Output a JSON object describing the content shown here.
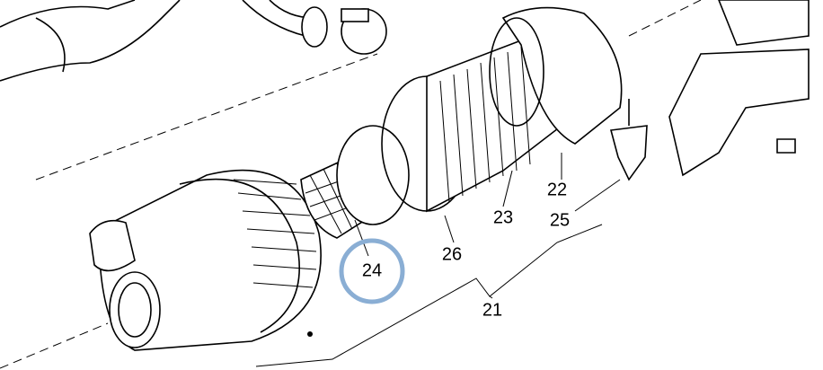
{
  "diagram": {
    "labels": {
      "p21": "21",
      "p22": "22",
      "p23": "23",
      "p24": "24",
      "p25": "25",
      "p26": "26"
    },
    "highlight_color": "#8aaed4"
  }
}
